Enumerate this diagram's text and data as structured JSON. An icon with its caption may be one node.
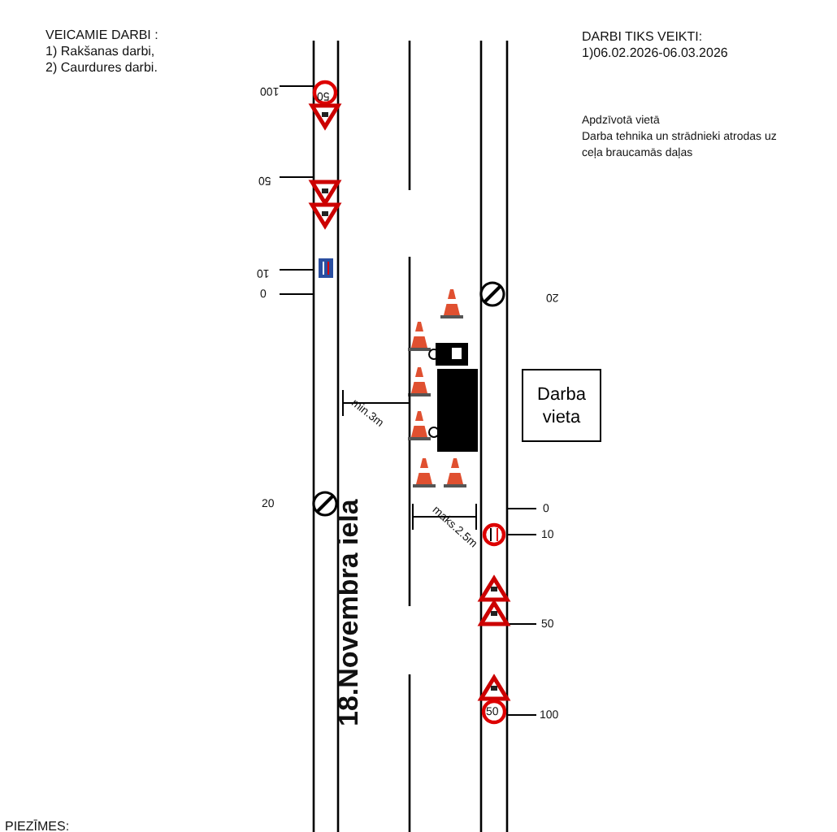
{
  "diagram": {
    "nodes": [
      {
        "text": [
          "Darba vieta"
        ]
      }
    ],
    "labels": [
      "VEICAMIE DARBI :",
      "1) Rakšanas darbi,",
      "2) Caurdures darbi.",
      "DARBI TIKS VEIKTI:",
      "1)06.02.2026-06.03.2026",
      "100",
      "50",
      "Apdzīvotā vietā",
      "Darba tehnika un strādnieki atrodas uz ceļa braucamās daļas",
      "50",
      "10",
      "0",
      "20",
      "min.3m",
      "20",
      "0",
      "10",
      "maks.2.5m",
      "18.Novembra iela",
      "50",
      "50",
      "100",
      "PIEZĪMES:"
    ]
  }
}
